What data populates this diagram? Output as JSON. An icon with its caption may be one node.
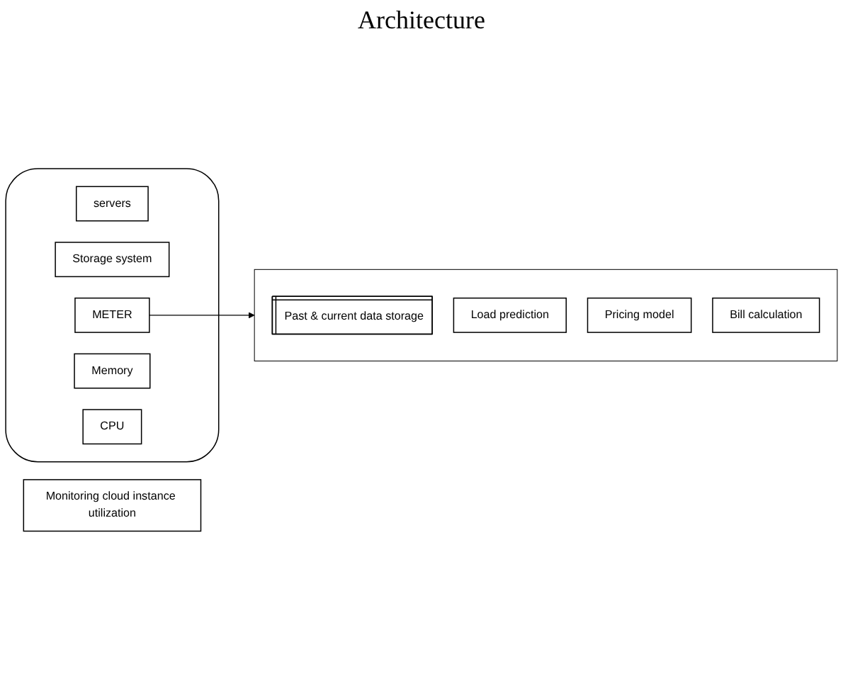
{
  "diagram": {
    "title": "Architecture",
    "nodes": [
      {
        "text": [],
        "shape": "cloud"
      },
      {
        "text": [
          "servers"
        ],
        "in": 0
      },
      {
        "text": [
          "Storage system"
        ],
        "in": 0
      },
      {
        "text": [
          "METER"
        ],
        "in": 0
      },
      {
        "text": [
          "Memory"
        ],
        "in": 0
      },
      {
        "text": [
          "CPU"
        ],
        "in": 0
      },
      {
        "text": [
          "Monitoring cloud instance utilization"
        ]
      },
      {
        "text": [],
        "shape": "box"
      },
      {
        "text": [
          "Past & current data storage"
        ],
        "in": 7
      },
      {
        "text": [
          "Load prediction"
        ],
        "in": 7
      },
      {
        "text": [
          "Pricing model"
        ],
        "in": 7
      },
      {
        "text": [
          "Bill calculation"
        ],
        "in": 7
      }
    ],
    "edges": [
      {
        "from": 3,
        "to": 7,
        "arrow": "to"
      }
    ]
  }
}
